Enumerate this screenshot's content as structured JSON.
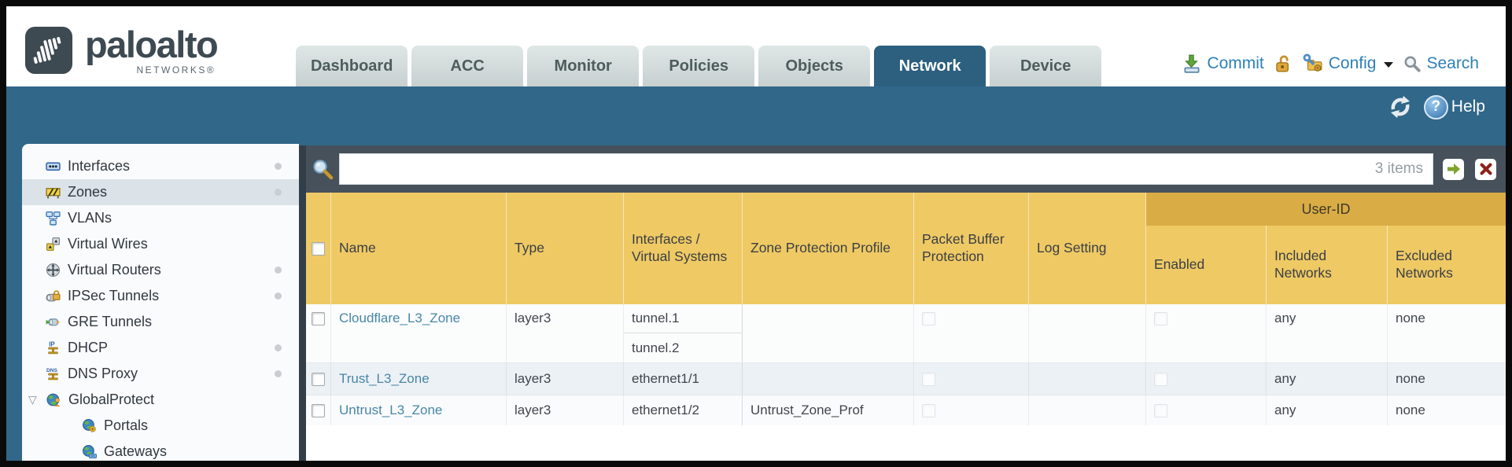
{
  "brand": {
    "wordmark": "paloalto",
    "tagline": "NETWORKS®"
  },
  "nav": {
    "tabs": [
      {
        "label": "Dashboard",
        "active": false
      },
      {
        "label": "ACC",
        "active": false
      },
      {
        "label": "Monitor",
        "active": false
      },
      {
        "label": "Policies",
        "active": false
      },
      {
        "label": "Objects",
        "active": false
      },
      {
        "label": "Network",
        "active": true
      },
      {
        "label": "Device",
        "active": false
      }
    ],
    "actions": {
      "commit": "Commit",
      "config": "Config",
      "search": "Search"
    }
  },
  "toolbar": {
    "help_label": "Help"
  },
  "sidebar": {
    "items": [
      {
        "label": "Interfaces",
        "icon": "interfaces-icon",
        "dot": true,
        "selected": false
      },
      {
        "label": "Zones",
        "icon": "zones-icon",
        "dot": true,
        "selected": true
      },
      {
        "label": "VLANs",
        "icon": "vlans-icon",
        "dot": false,
        "selected": false
      },
      {
        "label": "Virtual Wires",
        "icon": "virtual-wires-icon",
        "dot": false,
        "selected": false
      },
      {
        "label": "Virtual Routers",
        "icon": "virtual-routers-icon",
        "dot": true,
        "selected": false
      },
      {
        "label": "IPSec Tunnels",
        "icon": "ipsec-tunnels-icon",
        "dot": true,
        "selected": false
      },
      {
        "label": "GRE Tunnels",
        "icon": "gre-tunnels-icon",
        "dot": false,
        "selected": false
      },
      {
        "label": "DHCP",
        "icon": "dhcp-icon",
        "dot": true,
        "selected": false
      },
      {
        "label": "DNS Proxy",
        "icon": "dns-proxy-icon",
        "dot": true,
        "selected": false
      },
      {
        "label": "GlobalProtect",
        "icon": "globalprotect-icon",
        "dot": false,
        "selected": false,
        "expanded": true
      },
      {
        "label": "Portals",
        "icon": "portals-icon",
        "dot": false,
        "selected": false,
        "child": true
      },
      {
        "label": "Gateways",
        "icon": "gateways-icon",
        "dot": false,
        "selected": false,
        "child": true
      }
    ]
  },
  "filter": {
    "value": "",
    "count_label": "3 items"
  },
  "table": {
    "group_header": "User-ID",
    "headers": [
      "",
      "Name",
      "Type",
      "Interfaces / Virtual Systems",
      "Zone Protection Profile",
      "Packet Buffer Protection",
      "Log Setting",
      "Enabled",
      "Included Networks",
      "Excluded Networks"
    ],
    "rows": [
      {
        "selected": false,
        "name": "Cloudflare_L3_Zone",
        "type": "layer3",
        "interfaces": [
          "tunnel.1",
          "tunnel.2"
        ],
        "zone_protection_profile": "",
        "packet_buffer_protection": false,
        "log_setting": "",
        "user_id_enabled": false,
        "included_networks": "any",
        "excluded_networks": "none"
      },
      {
        "selected": false,
        "name": "Trust_L3_Zone",
        "type": "layer3",
        "interfaces": [
          "ethernet1/1"
        ],
        "zone_protection_profile": "",
        "packet_buffer_protection": false,
        "log_setting": "",
        "user_id_enabled": false,
        "included_networks": "any",
        "excluded_networks": "none"
      },
      {
        "selected": false,
        "name": "Untrust_L3_Zone",
        "type": "layer3",
        "interfaces": [
          "ethernet1/2"
        ],
        "zone_protection_profile": "Untrust_Zone_Prof",
        "packet_buffer_protection": false,
        "log_setting": "",
        "user_id_enabled": false,
        "included_networks": "any",
        "excluded_networks": "none"
      }
    ]
  },
  "colors": {
    "teal_band": "#316789",
    "active_tab": "#2d607f",
    "header_orange": "#efc964",
    "user_id_band": "#d9ac45",
    "filter_bar": "#47515b",
    "link_blue": "#4787a7",
    "action_blue": "#2e81b6",
    "selected_row": "#dbe3e8"
  }
}
